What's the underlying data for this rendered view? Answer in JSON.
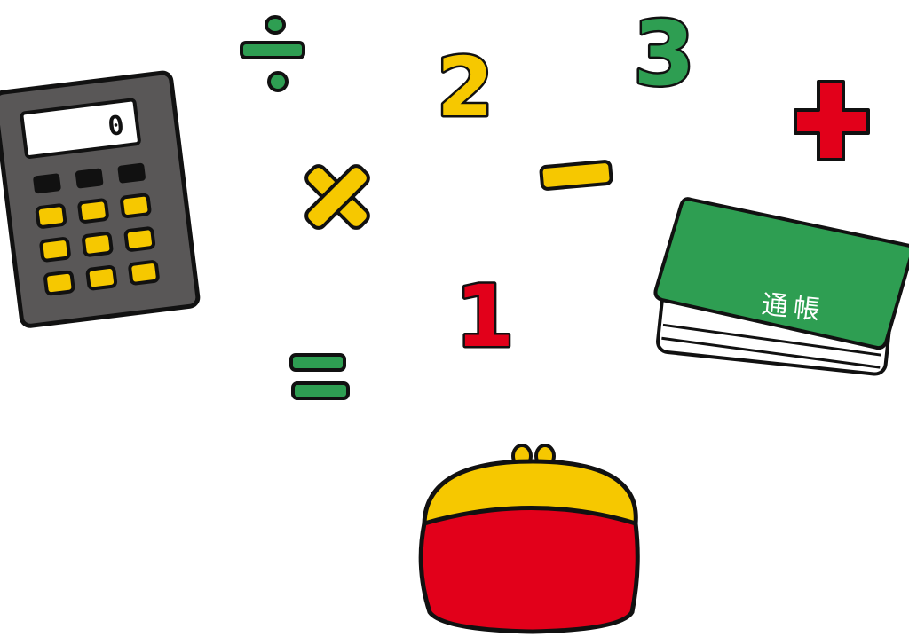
{
  "scene": {
    "calculator": {
      "display_value": "0"
    },
    "bankbook": {
      "label": "通帳"
    },
    "digits": {
      "one": "1",
      "two": "2",
      "three": "3"
    }
  },
  "colors": {
    "yellow": "#f6c800",
    "green": "#2e9e52",
    "red": "#e2001a",
    "gray": "#595757",
    "outline": "#111111",
    "white": "#ffffff"
  },
  "icons": [
    "calculator-icon",
    "bankbook-icon",
    "coin-purse-icon",
    "divide-sign",
    "multiply-sign",
    "minus-sign",
    "plus-sign",
    "equals-sign"
  ]
}
